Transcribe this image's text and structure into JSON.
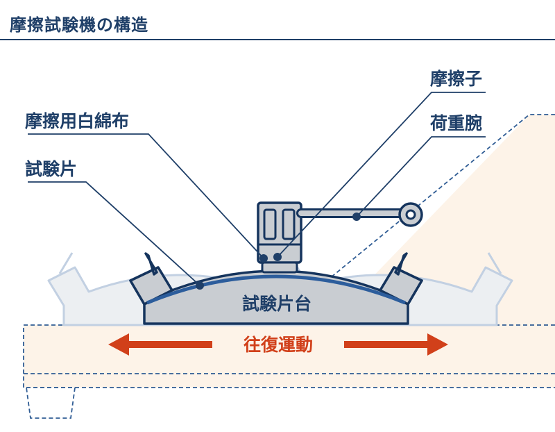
{
  "title": "摩擦試験機の構造",
  "labels": {
    "friction_element": "摩擦子",
    "cotton_cloth": "摩擦用白綿布",
    "load_arm": "荷重腕",
    "test_piece": "試験片",
    "test_piece_stand": "試験片台",
    "motion": "往復運動"
  },
  "colors": {
    "navy": "#1f3f68",
    "dark_outline": "#15345d",
    "motion_red": "#d1401a",
    "beige": "#fdf3e8",
    "gray_fill": "#c9cdd2",
    "ghost_fill": "#e9ecef",
    "ghost_stroke": "#c2d0e2",
    "dashed_blue": "#2f5c94"
  }
}
